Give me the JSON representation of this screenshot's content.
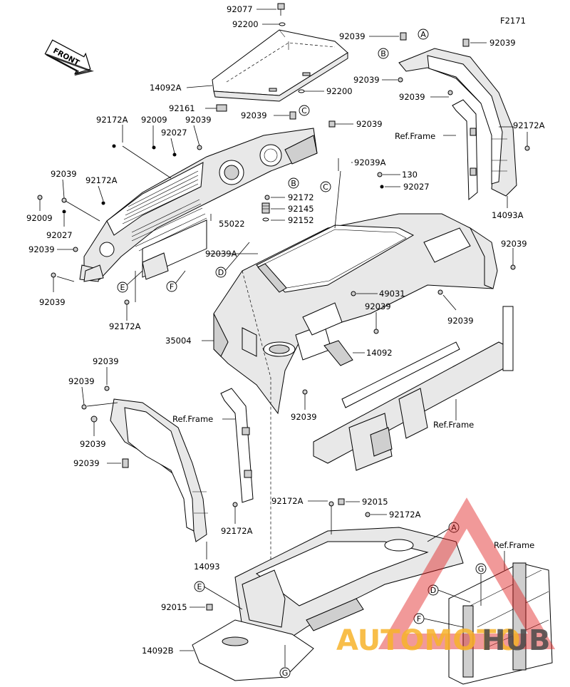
{
  "diagram": {
    "figure_code": "F2171",
    "front_label": "FRONT",
    "ref_frame": "Ref.Frame",
    "parts": {
      "p92077": "92077",
      "p92200a": "92200",
      "p14092A": "14092A",
      "p92200b": "92200",
      "p92161": "92161",
      "p92039_top": "92039",
      "p92039_tr": "92039",
      "p92039_rack1": "92039",
      "p92039_rack2": "92039",
      "p92172A_1": "92172A",
      "p92009_1": "92009",
      "p92039_2": "92039",
      "p92027_1": "92027",
      "p92039_left1": "92039",
      "p92172A_2": "92172A",
      "p92009_2": "92009",
      "p92027_2": "92027",
      "p92039_left2": "92039",
      "p55022": "55022",
      "p92172": "92172",
      "p92145": "92145",
      "p92152": "92152",
      "p92039A_1": "92039A",
      "p92039A_2": "92039A",
      "p130": "130",
      "p92027_3": "92027",
      "p92039_left3": "92039",
      "p92172A_3": "92172A",
      "p49031": "49031",
      "p92039_mid": "92039",
      "p92039_r1": "92039",
      "p92039_r2": "92039",
      "p35004": "35004",
      "p14092": "14092",
      "p92039_low1": "92039",
      "p92039_fl1": "92039",
      "p92039_fl2": "92039",
      "p92039_fl3": "92039",
      "p92039_fl4": "92039",
      "p92172A_4": "92172A",
      "p92172A_r": "92172A",
      "p14093A": "14093A",
      "p14093": "14093",
      "p92172A_5": "92172A",
      "p92015_1": "92015",
      "p92172A_6": "92172A",
      "p92015_2": "92015",
      "p14092B": "14092B",
      "p92039_b": "92039"
    },
    "callouts": {
      "A": "A",
      "B": "B",
      "C": "C",
      "D": "D",
      "E": "E",
      "F": "F",
      "G": "G"
    }
  },
  "watermark": {
    "text_part1": "AUTOMOTO",
    "text_part2": "HUB",
    "color_orange": "#f7b32b",
    "color_gray": "#4a4a4a",
    "color_red": "#e11d1d"
  }
}
